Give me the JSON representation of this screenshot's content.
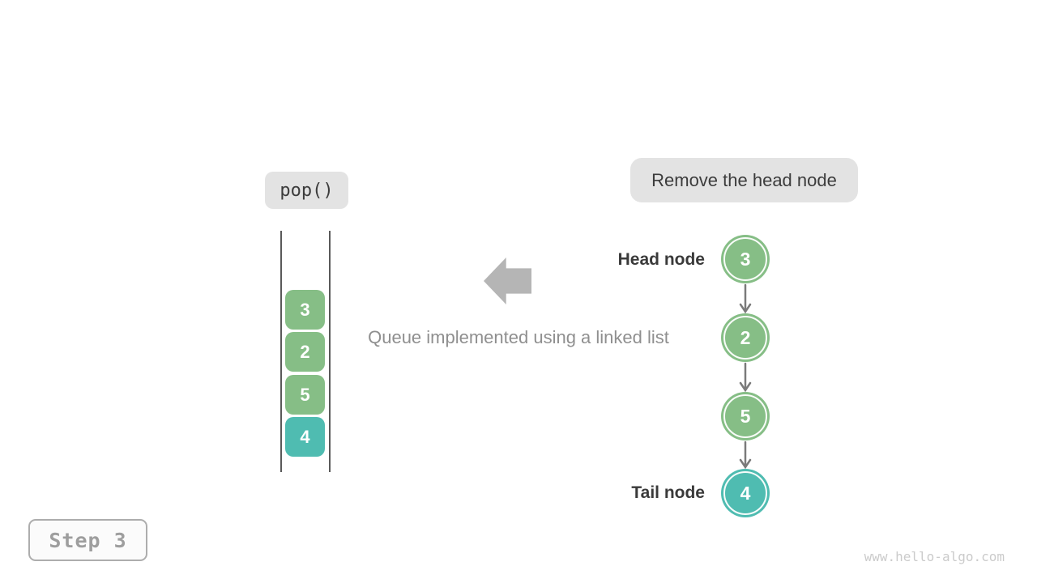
{
  "page": {
    "step_label": "Step 3",
    "watermark": "www.hello-algo.com"
  },
  "operation": {
    "code_label": "pop()",
    "annotation": "Remove the head node",
    "caption": "Queue implemented using a linked list"
  },
  "colors": {
    "node_green": "#86BE86",
    "node_teal": "#4FBCB1",
    "pill_background": "#E3E3E3",
    "block_arrow_gray": "#B5B5B5",
    "link_arrow_gray": "#7A7A7A"
  },
  "queue_stack": {
    "items": [
      {
        "value": "3",
        "color": "green"
      },
      {
        "value": "2",
        "color": "green"
      },
      {
        "value": "5",
        "color": "green"
      },
      {
        "value": "4",
        "color": "teal"
      }
    ]
  },
  "linked_list": {
    "head_label": "Head node",
    "tail_label": "Tail node",
    "nodes": [
      {
        "value": "3",
        "color": "green"
      },
      {
        "value": "2",
        "color": "green"
      },
      {
        "value": "5",
        "color": "green"
      },
      {
        "value": "4",
        "color": "teal"
      }
    ]
  }
}
